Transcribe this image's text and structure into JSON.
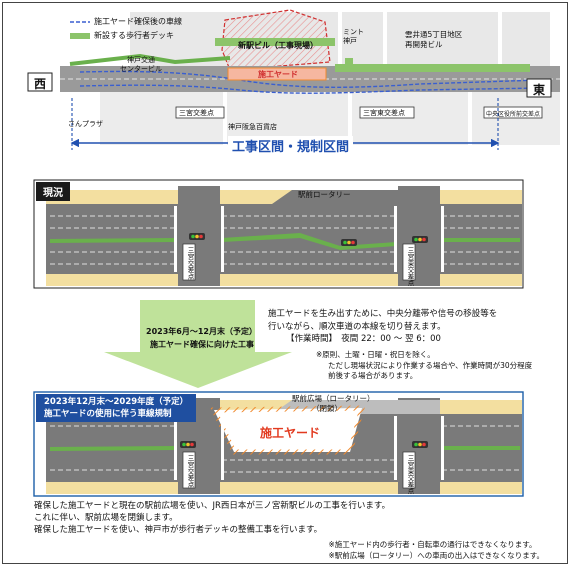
{
  "legend": {
    "yard_line": "施工ヤード確保後の車線",
    "deck": "新設する歩行者デッキ"
  },
  "directions": {
    "west": "西",
    "east": "東"
  },
  "map_labels": {
    "new_building": "新駅ビル（工事現場）",
    "mint": "ミント\n神戸",
    "yard": "施工ヤード",
    "kobe_center": "神戸交通\nセンタービル",
    "unggai": "雲井通5丁目地区\n再開発ビル",
    "sannomiya_cross": "三宮交差点",
    "sannomiya_east": "三宮東交差点",
    "chuo_cross": "中央区役所前交差点",
    "hankyu": "神戸阪急百貨店",
    "sanplaza": "さんプラザ",
    "section": "工事区間・規制区間"
  },
  "current": {
    "title": "現況",
    "rotary": "駅前ロータリー",
    "cross_left": "三宮交差点",
    "cross_right": "三宮東交差点"
  },
  "transition": {
    "period": "2023年6月～12月末（予定）",
    "work": "施工ヤード確保に向けた工事",
    "desc1": "施工ヤードを生み出すために、中央分離帯や信号の移設等を",
    "desc2": "行いながら、順次車道の本線を切り替えます。",
    "time": "【作業時間】　夜間 22：00 ～ 翌 6：00",
    "note1": "※原則、土曜・日曜・祝日を除く。",
    "note2": "ただし現場状況により作業する場合や、作業時間が30分程度",
    "note3": "前後する場合があります。"
  },
  "future": {
    "period": "2023年12月末～2029年度（予定）",
    "work": "施工ヤードの使用に伴う車線規制",
    "rotary": "駅前広場（ロータリー）",
    "closed": "（閉鎖）",
    "yard": "施工ヤード",
    "cross_left": "三宮交差点",
    "cross_right": "三宮東交差点"
  },
  "footer": {
    "line1": "確保した施工ヤードと現在の駅前広場を使い、JR西日本が三ノ宮新駅ビルの工事を行います。",
    "line2": "これに伴い、駅前広場を閉鎖します。",
    "line3": "確保した施工ヤードを使い、神戸市が歩行者デッキの整備工事を行います。",
    "note1": "※施工ヤード内の歩行者・自転車の通行はできなくなります。",
    "note2": "※駅前広場（ロータリー）への車両の出入はできなくなります。"
  },
  "colors": {
    "deck_green": "#6ab04c",
    "yard_orange": "#f08a2e",
    "road_gray": "#7a7a7a",
    "sidewalk_beige": "#f3dfa0",
    "box_border_blue": "#1d5fa8",
    "future_label_bg": "#1f4fa0",
    "arrow_green": "#bfe29a",
    "section_blue": "#2050b0"
  }
}
